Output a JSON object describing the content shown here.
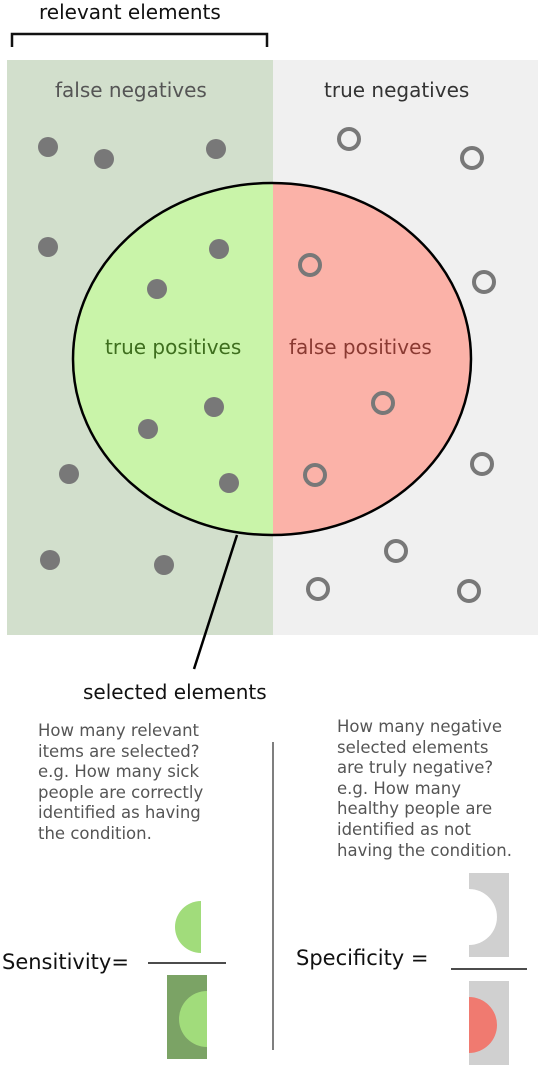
{
  "header": {
    "relevant_label": "relevant elements"
  },
  "regions": {
    "false_negatives": "false negatives",
    "true_negatives": "true negatives",
    "true_positives": "true positives",
    "false_positives": "false positives"
  },
  "selected_label": "selected elements",
  "sensitivity": {
    "label": "Sensitivity=",
    "description": "How many relevant\nitems are selected?\ne.g. How many sick\npeople are correctly\nidentified as having\nthe condition."
  },
  "specificity": {
    "label": "Specificity =",
    "description": "How many negative\nselected elements\nare truly negative?\ne.g. How many\nhealthy people are\nidentified as not\nhaving the condition."
  },
  "colors": {
    "relevant_bg": "#d2dfcc",
    "negative_bg": "#f0f0f0",
    "true_positive": "#c9f4a9",
    "false_positive": "#fbb2a8",
    "dot": "#787878",
    "sens_numerator": "#a1dc7b",
    "sens_denominator_bg": "#7ba365",
    "spec_bg": "#d0d0d0",
    "spec_denominator_half": "#f07a70"
  }
}
